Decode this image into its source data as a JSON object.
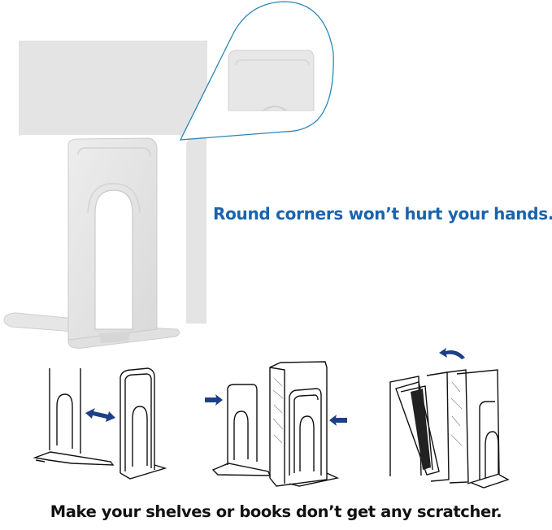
{
  "headline": {
    "text": "Round corners won’t hurt your hands.",
    "color": "#1a64ae"
  },
  "caption": {
    "text": "Make your shelves or books don’t get any scratcher.",
    "color": "#111111"
  },
  "product": {
    "name": "metal bookend",
    "color": "#e8e8e8",
    "callout_line_color": "#2a86b8"
  },
  "illustrations": [
    {
      "id": "adjustable",
      "arrow": "double-horizontal-arrow",
      "arrow_color": "#1d3f86"
    },
    {
      "id": "squeeze",
      "arrow": "inward-arrows",
      "arrow_color": "#1d3f86"
    },
    {
      "id": "books-tilt",
      "arrow": "curved-left-arrow",
      "arrow_color": "#1d3f86"
    }
  ]
}
